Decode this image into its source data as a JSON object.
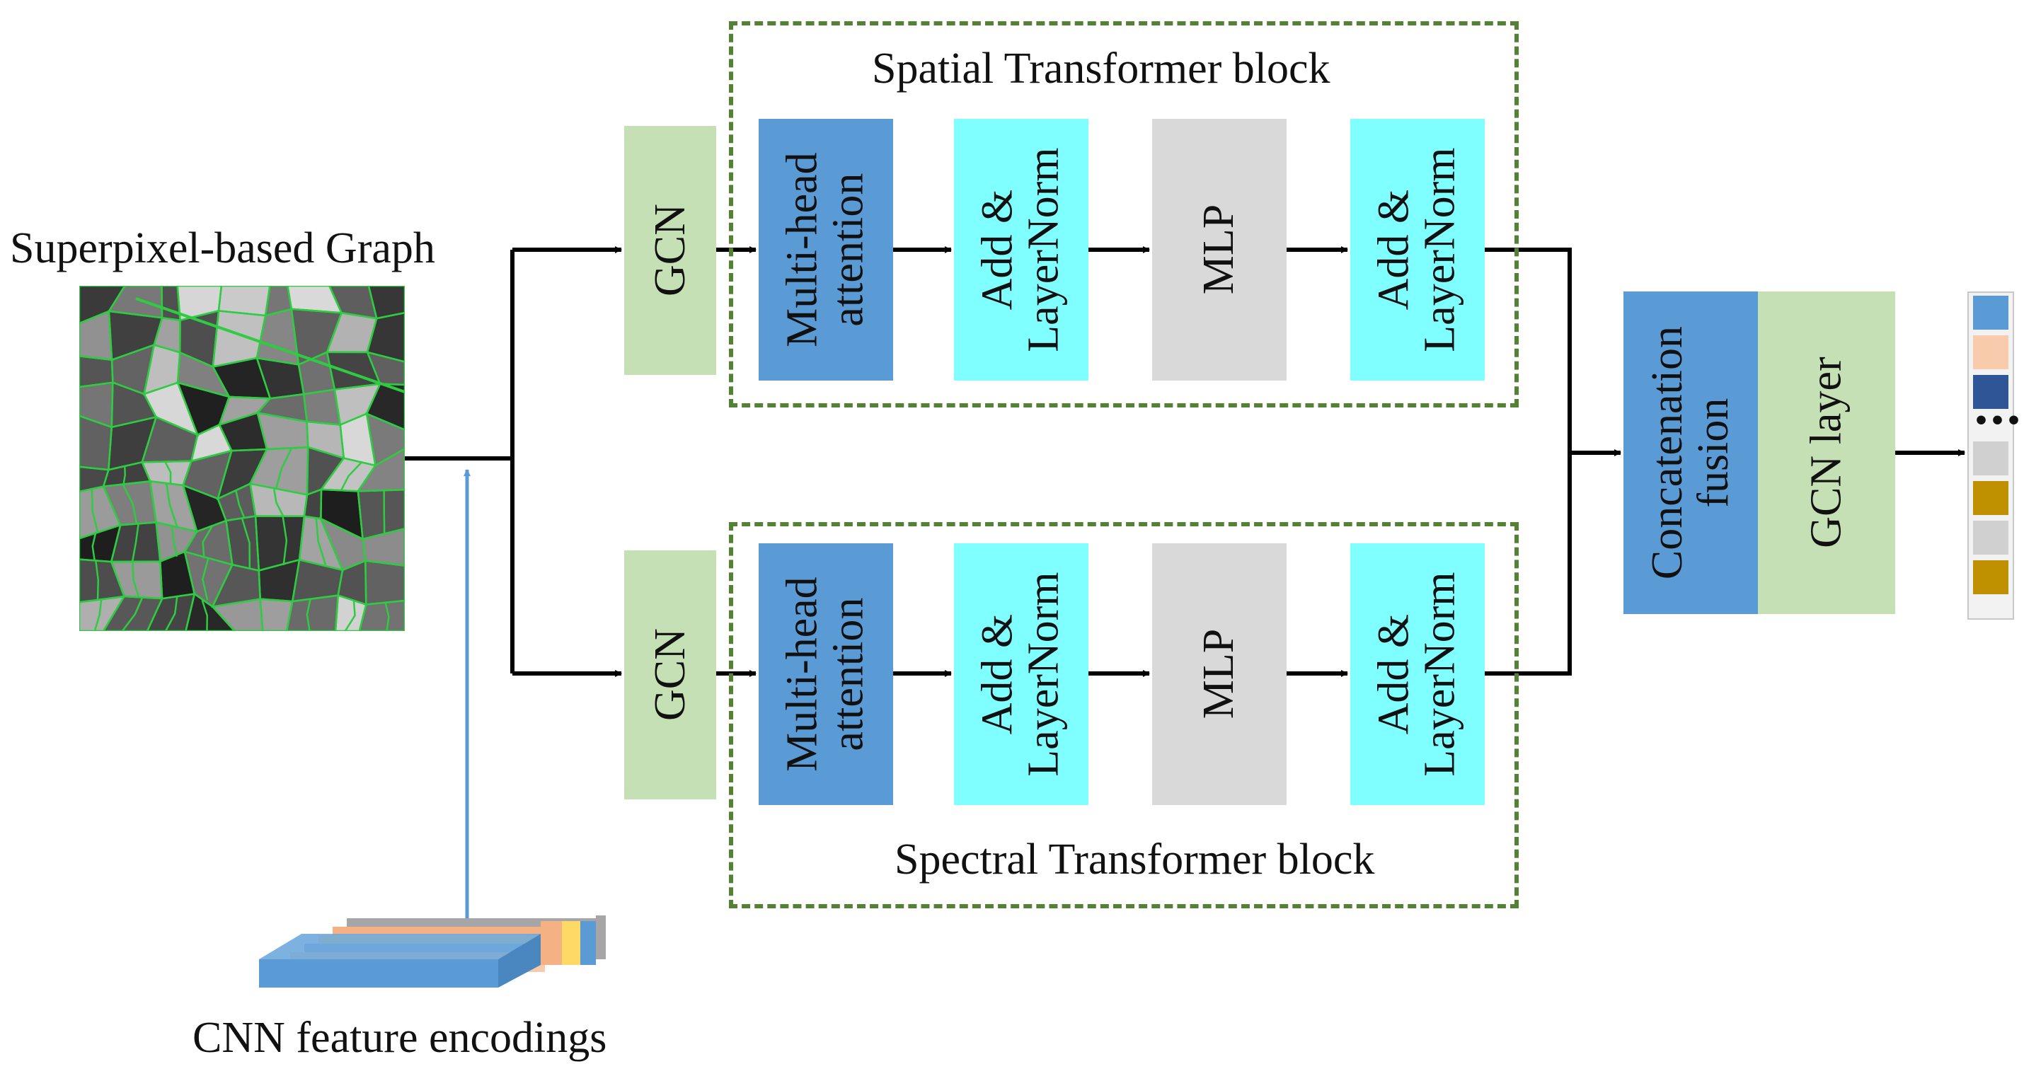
{
  "input": {
    "graph_label": "Superpixel-based Graph",
    "cnn_label": "CNN feature encodings"
  },
  "spatial_block": {
    "title": "Spatial Transformer block",
    "gcn": "GCN",
    "mha": [
      "Multi-head",
      "attention"
    ],
    "add1": [
      "Add &",
      "LayerNorm"
    ],
    "mlp": "MLP",
    "add2": [
      "Add &",
      "LayerNorm"
    ]
  },
  "spectral_block": {
    "title": "Spectral Transformer block",
    "gcn": "GCN",
    "mha": [
      "Multi-head",
      "attention"
    ],
    "add1": [
      "Add &",
      "LayerNorm"
    ],
    "mlp": "MLP",
    "add2": [
      "Add &",
      "LayerNorm"
    ]
  },
  "fusion": {
    "concat": [
      "Concatenation",
      "fusion"
    ],
    "gcn_layer": "GCN layer"
  },
  "output": {
    "cells": [
      "#5b9bd5",
      "#f8cbad",
      "#2f5597",
      "dots",
      "#d0d0d0",
      "#bf9000",
      "#d0d0d0",
      "#bf9000"
    ]
  },
  "colors": {
    "gcn": "#c5e0b4",
    "attention": "#5b9bd5",
    "add_norm": "#7fffff",
    "mlp": "#d9d9d9",
    "block_border": "#538135",
    "superpixel_edges": "#2ecc40",
    "cnn_arrow": "#5b9bd5"
  }
}
